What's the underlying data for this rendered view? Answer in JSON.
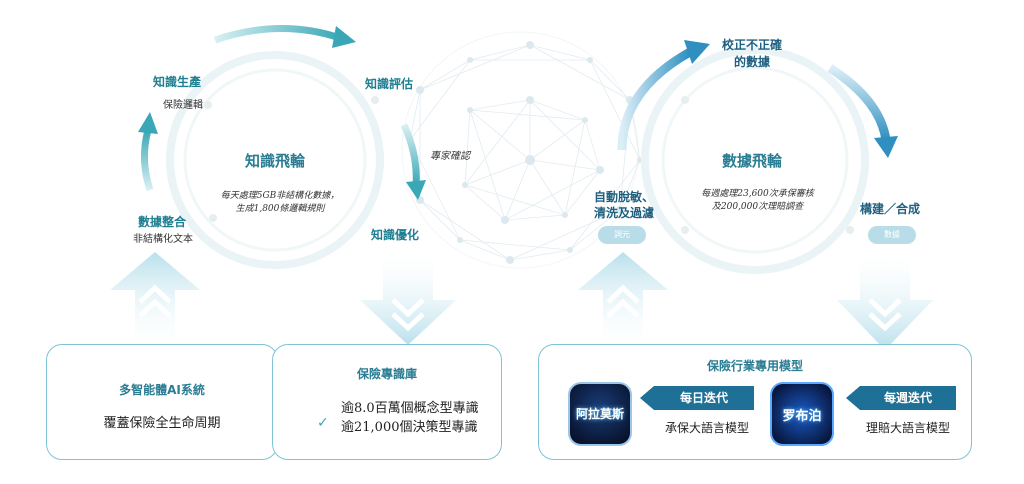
{
  "left_wheel": {
    "title": "知識飛輪",
    "desc_line1": "每天處理5GB非結構化數據，",
    "desc_line2": "生成1,800條邏輯規則",
    "nodes": {
      "production": "知識生產",
      "production_sub": "保險邏輯",
      "evaluation": "知識評估",
      "expert": "專家確認",
      "optimization": "知識優化",
      "integration": "數據整合",
      "integration_sub": "非結構化文本"
    }
  },
  "right_wheel": {
    "title": "數據飛輪",
    "desc_line1": "每週處理23,600次承保審核",
    "desc_line2": "及200,000次理賠調查",
    "nodes": {
      "correct_line1": "校正不正確",
      "correct_line2": "的數據",
      "desensitize_line1": "自動脫敏、",
      "desensitize_line2": "清洗及過濾",
      "desensitize_sub": "詞元",
      "build": "構建／合成",
      "build_sub": "數據"
    }
  },
  "boxes": {
    "ai_system_title": "多智能體AI系統",
    "ai_system_text": "覆蓋保險全生命周期",
    "library_title": "保險專識庫",
    "library_item1": "逾8.0百萬個概念型專識",
    "library_item2": "逾21,000個決策型專識",
    "check_mark": "✓",
    "models_title": "保險行業專用模型",
    "daily_tag": "每日迭代",
    "weekly_tag": "每週迭代",
    "app1_name": "阿拉莫斯",
    "app1_caption": "承保大語言模型",
    "app2_name": "罗布泊",
    "app2_caption": "理賠大語言模型"
  },
  "colors": {
    "teal": "#1f7f92",
    "arrow_teal": "#3aa7b7",
    "box_border": "#7ec4d6",
    "tag_blue": "#1e7096",
    "pale_arrow": "#cfe9f1"
  }
}
